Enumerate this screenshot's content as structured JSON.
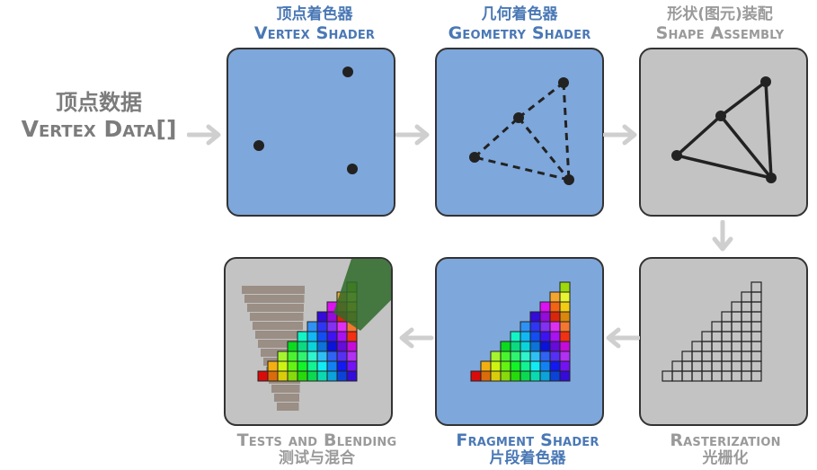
{
  "input": {
    "zh": "顶点数据",
    "en": "Vertex Data[]"
  },
  "stages": {
    "vertex_shader": {
      "en": "Vertex Shader",
      "zh": "顶点着色器"
    },
    "geometry_shader": {
      "en": "Geometry Shader",
      "zh": "几何着色器"
    },
    "shape_assembly": {
      "en": "Shape Assembly",
      "zh": "形状(图元)装配"
    },
    "rasterization": {
      "en": "Rasterization",
      "zh": "光栅化"
    },
    "fragment_shader": {
      "en": "Fragment Shader",
      "zh": "片段着色器"
    },
    "tests_blending": {
      "en": "Tests and Blending",
      "zh": "测试与混合"
    }
  },
  "colors": {
    "programmable_stage": "#7ea7db",
    "fixed_stage": "#c3c3c3",
    "programmable_label": "#4a78b5",
    "fixed_label": "#9a9a9a",
    "arrow": "#cfcfcf"
  }
}
